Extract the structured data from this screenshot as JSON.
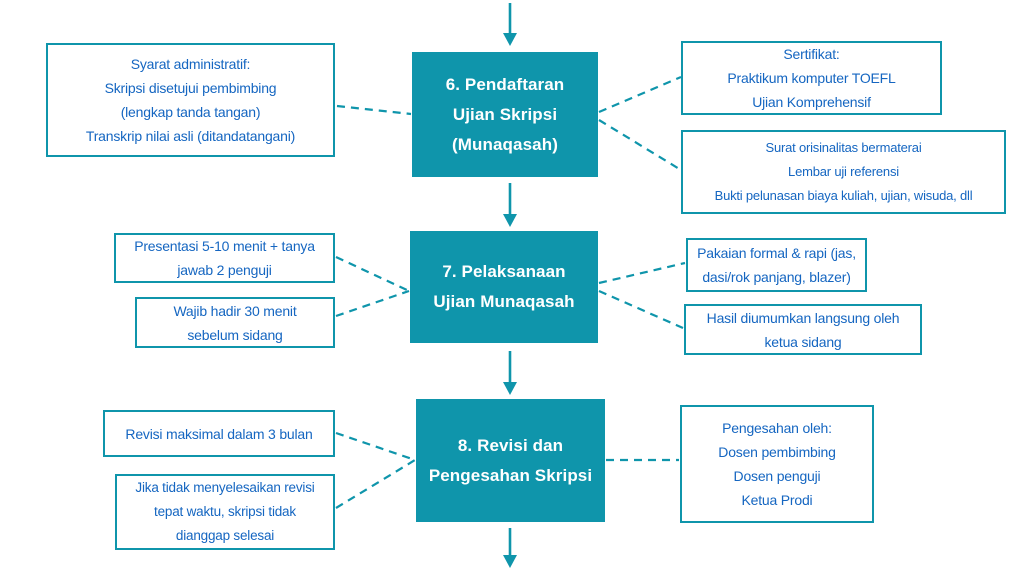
{
  "colors": {
    "teal": "#0F95AB",
    "blue": "#1566C1",
    "step_text": "#FFFFFF",
    "background": "#FFFFFF"
  },
  "diagram": {
    "type": "flowchart",
    "language": "Indonesian",
    "topic": "Thesis examination process steps 6-8",
    "steps": [
      {
        "id": "step-6",
        "label": "6. Pendaftaran\nUjian Skripsi\n(Munaqasah)"
      },
      {
        "id": "step-7",
        "label": "7. Pelaksanaan\nUjian Munaqasah"
      },
      {
        "id": "step-8",
        "label": "8. Revisi dan\nPengesahan Skripsi"
      }
    ],
    "notes": {
      "step6_left": "Syarat administratif:\nSkripsi disetujui pembimbing\n(lengkap tanda tangan)\nTranskrip nilai asli (ditandatangani)",
      "step6_right_top": "Sertifikat:\nPraktikum komputer TOEFL\nUjian Komprehensif",
      "step6_right_bottom": "Surat orisinalitas bermaterai\nLembar uji referensi\nBukti pelunasan biaya kuliah, ujian, wisuda, dll",
      "step7_left_top": "Presentasi 5-10 menit + tanya\njawab 2 penguji",
      "step7_left_bottom": "Wajib hadir 30 menit\nsebelum sidang",
      "step7_right_top": "Pakaian formal & rapi (jas,\ndasi/rok panjang, blazer)",
      "step7_right_bottom": "Hasil diumumkan langsung oleh\nketua sidang",
      "step8_left_top": "Revisi maksimal dalam 3 bulan",
      "step8_left_bottom": "Jika tidak menyelesaikan revisi\ntepat waktu, skripsi tidak\ndianggap selesai",
      "step8_right": "Pengesahan oleh:\nDosen pembimbing\nDosen penguji\nKetua Prodi"
    }
  }
}
